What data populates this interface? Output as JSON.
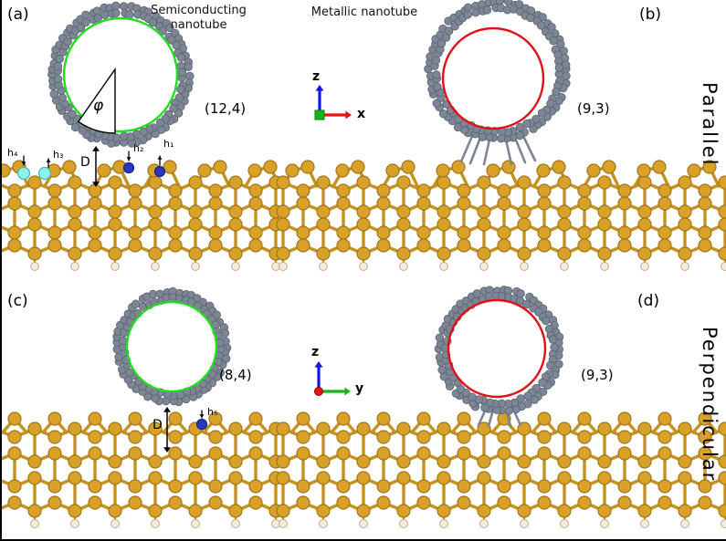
{
  "figure": {
    "side_labels": {
      "parallel": "Parallel",
      "perpendicular": "Perpendicular"
    },
    "panels": {
      "a": {
        "label": "(a)",
        "title": "Semiconducting nanotube",
        "chirality": "(12,4)",
        "distance_label": "D",
        "angle_label": "φ",
        "h_labels": {
          "h4": "h₄",
          "h3": "h₃",
          "h2": "h₂",
          "h1": "h₁"
        }
      },
      "b": {
        "label": "(b)",
        "title": "Metallic nanotube",
        "chirality": "(9,3)",
        "axes": {
          "vertical": "z",
          "horizontal": "x"
        }
      },
      "c": {
        "label": "(c)",
        "chirality": "(8,4)",
        "distance_label": "D",
        "h_labels": {
          "h5": "h₅"
        }
      },
      "d": {
        "label": "(d)",
        "chirality": "(9,3)",
        "axes": {
          "vertical": "z",
          "horizontal": "y"
        }
      }
    },
    "colors": {
      "substrate_atom": "#d9a127",
      "substrate_atom_stroke": "#a1761b",
      "substrate_bond": "#c6921f",
      "hydrogen_atom": "#f3ead9",
      "hydrogen_stroke": "#bfb09a",
      "tube_atom": "#7d8694",
      "tube_atom_stroke": "#5a6170",
      "semiconducting_ring": "#21dc21",
      "metallic_ring": "#e01217",
      "adatom_blue": "#2b36c1",
      "adatom_blue_stroke": "#1a2380",
      "adatom_cyan": "#8df2ec",
      "adatom_cyan_stroke": "#45b5ae",
      "axis_z": "#1414e6",
      "axis_x": "#e61414",
      "axis_y": "#16b616",
      "annotation": "#000000"
    }
  }
}
